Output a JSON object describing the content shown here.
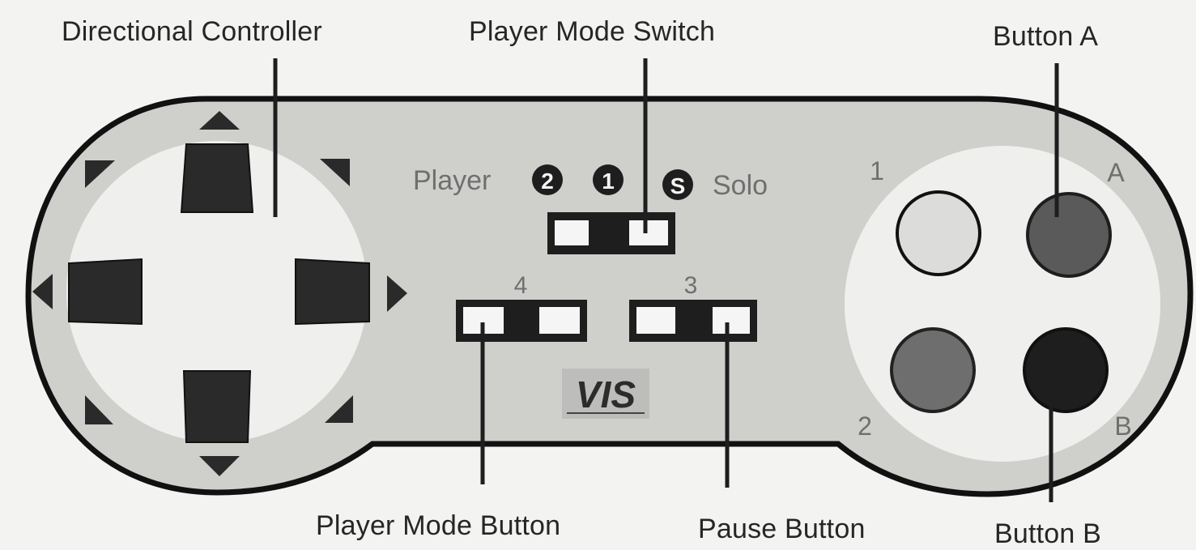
{
  "labels": {
    "directional_controller": "Directional Controller",
    "player_mode_switch": "Player Mode Switch",
    "button_a": "Button A",
    "player_mode_button": "Player Mode Button",
    "pause_button": "Pause Button",
    "button_b": "Button B"
  },
  "controller_text": {
    "player": "Player",
    "badge_2": "2",
    "badge_1": "1",
    "badge_s": "S",
    "solo": "Solo",
    "num_4": "4",
    "num_3": "3",
    "num_1": "1",
    "num_2": "2",
    "letter_a": "A",
    "letter_b": "B",
    "logo": "VIS"
  },
  "colors": {
    "background": "#f3f3f1",
    "body_fill": "#cfcfcc",
    "body_outline": "#111111",
    "pad_fill": "#efefed",
    "dark": "#2a2a2a",
    "button_a": "#5a5a5a",
    "button_b": "#1e1e1e",
    "button_2": "#6e6e6e",
    "button_1": "#dcdcda",
    "text_on_body": "#6f6f6f"
  },
  "icons": [
    "arrow-up-icon",
    "arrow-down-icon",
    "arrow-left-icon",
    "arrow-right-icon",
    "arrow-up-left-icon",
    "arrow-up-right-icon",
    "arrow-down-left-icon",
    "arrow-down-right-icon"
  ]
}
